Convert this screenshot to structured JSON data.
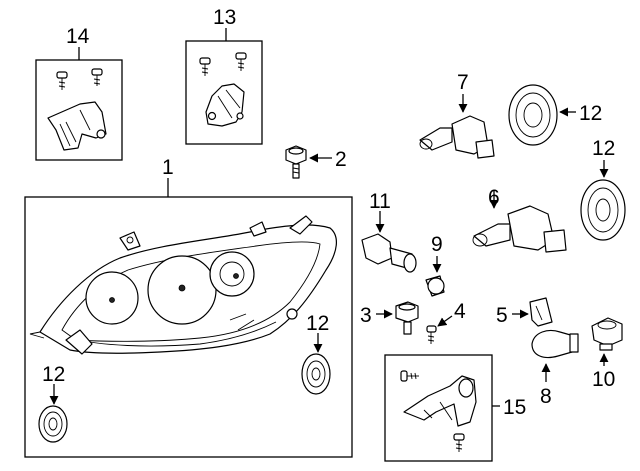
{
  "callouts": {
    "c1": "1",
    "c2": "2",
    "c3": "3",
    "c4": "4",
    "c5": "5",
    "c6": "6",
    "c7": "7",
    "c8": "8",
    "c9": "9",
    "c10": "10",
    "c11": "11",
    "c12a": "12",
    "c12b": "12",
    "c12c": "12",
    "c12d": "12",
    "c13": "13",
    "c14": "14",
    "c15": "15"
  }
}
